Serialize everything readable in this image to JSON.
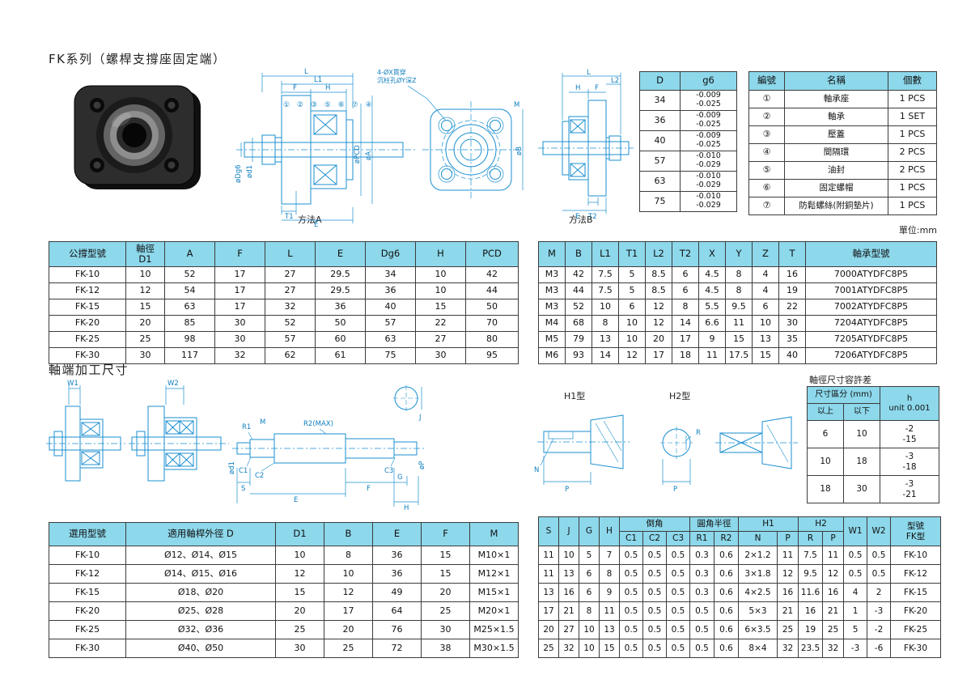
{
  "page": {
    "title": "FK系列（螺桿支撐座固定端）",
    "section2_title": "軸端加工尺寸",
    "unit_label": "單位:mm",
    "tolerance_title": "軸徑尺寸容許差"
  },
  "colors": {
    "header_bg": "#8dd8eb",
    "drawing_line": "#1b8fd0"
  },
  "drawings": {
    "methodA": {
      "caption": "方法A",
      "note1": "4-ØX貫穿",
      "note2": "沉柱孔ØY深Z",
      "parts_marks": "① ② ③ ⑤ ⑥ ⑦ ④",
      "dims": {
        "L": "L",
        "L1": "L1",
        "F": "F",
        "H": "H",
        "T1": "T1",
        "E": "E",
        "M": "M",
        "dDg6": "øDg6",
        "dd1": "ød1",
        "dPCD": "øPCD",
        "dA": "øA",
        "dB": "øB"
      }
    },
    "methodB": {
      "caption": "方法B",
      "dims": {
        "L": "L",
        "L2": "L2",
        "H": "H",
        "F": "F",
        "T2": "T2",
        "E": "E"
      }
    },
    "shaft": {
      "dims": {
        "W1": "W1",
        "W2": "W2",
        "R1": "R1",
        "M": "M",
        "R2max": "R2(MAX)",
        "C1": "C1",
        "C2": "C2",
        "C3": "C3",
        "S": "S",
        "E": "E",
        "F": "F",
        "G": "G",
        "H": "H",
        "J": "J",
        "dd1": "ød1",
        "dP": "øP"
      }
    },
    "h1": {
      "caption": "H1型",
      "dims": {
        "N": "N",
        "P": "P"
      }
    },
    "h2": {
      "caption": "H2型",
      "dims": {
        "R": "R",
        "P": "P"
      }
    }
  },
  "g6_table": {
    "headers": [
      "D",
      "g6"
    ],
    "rows": [
      [
        "34",
        "-0.009\n-0.025"
      ],
      [
        "36",
        "-0.009\n-0.025"
      ],
      [
        "40",
        "-0.009\n-0.025"
      ],
      [
        "57",
        "-0.010\n-0.029"
      ],
      [
        "63",
        "-0.010\n-0.029"
      ],
      [
        "75",
        "-0.010\n-0.029"
      ]
    ]
  },
  "parts_table": {
    "headers": [
      "編號",
      "名稱",
      "個數"
    ],
    "rows": [
      [
        "①",
        "軸承座",
        "1 PCS"
      ],
      [
        "②",
        "軸承",
        "1 SET"
      ],
      [
        "③",
        "壓蓋",
        "1 PCS"
      ],
      [
        "④",
        "間隔環",
        "2 PCS"
      ],
      [
        "⑤",
        "油封",
        "2 PCS"
      ],
      [
        "⑥",
        "固定螺帽",
        "1 PCS"
      ],
      [
        "⑦",
        "防鬆螺絲(附銅墊片)",
        "1 PCS"
      ]
    ]
  },
  "spec_table": {
    "headers": [
      "公撐型號",
      "軸徑\nD1",
      "A",
      "F",
      "L",
      "E",
      "Dg6",
      "H",
      "PCD"
    ],
    "rows": [
      [
        "FK-10",
        "10",
        "52",
        "17",
        "27",
        "29.5",
        "34",
        "10",
        "42"
      ],
      [
        "FK-12",
        "12",
        "54",
        "17",
        "27",
        "29.5",
        "36",
        "10",
        "44"
      ],
      [
        "FK-15",
        "15",
        "63",
        "17",
        "32",
        "36",
        "40",
        "15",
        "50"
      ],
      [
        "FK-20",
        "20",
        "85",
        "30",
        "52",
        "50",
        "57",
        "22",
        "70"
      ],
      [
        "FK-25",
        "25",
        "98",
        "30",
        "57",
        "60",
        "63",
        "27",
        "80"
      ],
      [
        "FK-30",
        "30",
        "117",
        "32",
        "62",
        "61",
        "75",
        "30",
        "95"
      ]
    ]
  },
  "spec_table2": {
    "headers": [
      "M",
      "B",
      "L1",
      "T1",
      "L2",
      "T2",
      "X",
      "Y",
      "Z",
      "T",
      "軸承型號"
    ],
    "rows": [
      [
        "M3",
        "42",
        "7.5",
        "5",
        "8.5",
        "6",
        "4.5",
        "8",
        "4",
        "16",
        "7000ATYDFC8P5"
      ],
      [
        "M3",
        "44",
        "7.5",
        "5",
        "8.5",
        "6",
        "4.5",
        "8",
        "4",
        "19",
        "7001ATYDFC8P5"
      ],
      [
        "M3",
        "52",
        "10",
        "6",
        "12",
        "8",
        "5.5",
        "9.5",
        "6",
        "22",
        "7002ATYDFC8P5"
      ],
      [
        "M4",
        "68",
        "8",
        "10",
        "12",
        "14",
        "6.6",
        "11",
        "10",
        "30",
        "7204ATYDFC8P5"
      ],
      [
        "M5",
        "79",
        "13",
        "10",
        "20",
        "17",
        "9",
        "15",
        "13",
        "35",
        "7205ATYDFC8P5"
      ],
      [
        "M6",
        "93",
        "14",
        "12",
        "17",
        "18",
        "11",
        "17.5",
        "15",
        "40",
        "7206ATYDFC8P5"
      ]
    ]
  },
  "tolerance_table": {
    "header_size": "尺寸區分 (mm)",
    "header_h": "h\nunit 0.001",
    "above": "以上",
    "below": "以下",
    "rows": [
      [
        "6",
        "10",
        "-2\n-15"
      ],
      [
        "10",
        "18",
        "-3\n-18"
      ],
      [
        "18",
        "30",
        "-3\n-21"
      ]
    ]
  },
  "shaft_table": {
    "headers": [
      "選用型號",
      "適用軸桿外徑 D",
      "D1",
      "B",
      "E",
      "F",
      "M"
    ],
    "rows": [
      [
        "FK-10",
        "Ø12、Ø14、Ø15",
        "10",
        "8",
        "36",
        "15",
        "M10×1"
      ],
      [
        "FK-12",
        "Ø14、Ø15、Ø16",
        "12",
        "10",
        "36",
        "15",
        "M12×1"
      ],
      [
        "FK-15",
        "Ø18、Ø20",
        "15",
        "12",
        "49",
        "20",
        "M15×1"
      ],
      [
        "FK-20",
        "Ø25、Ø28",
        "20",
        "17",
        "64",
        "25",
        "M20×1"
      ],
      [
        "FK-25",
        "Ø32、Ø36",
        "25",
        "20",
        "76",
        "30",
        "M25×1.5"
      ],
      [
        "FK-30",
        "Ø40、Ø50",
        "30",
        "25",
        "72",
        "38",
        "M30×1.5"
      ]
    ]
  },
  "shaft_table2": {
    "head": {
      "S": "S",
      "J": "J",
      "G": "G",
      "H": "H",
      "chamfer": "倒角",
      "fillet": "圓角半徑",
      "H1": "H1",
      "H2": "H2",
      "W1": "W1",
      "W2": "W2",
      "model": "型號\nFK型"
    },
    "subhead": [
      "C1",
      "C2",
      "C3",
      "R1",
      "R2",
      "N",
      "P",
      "R",
      "P"
    ],
    "rows": [
      [
        "11",
        "10",
        "5",
        "7",
        "0.5",
        "0.5",
        "0.5",
        "0.3",
        "0.6",
        "2×1.2",
        "11",
        "7.5",
        "11",
        "0.5",
        "0.5",
        "FK-10"
      ],
      [
        "11",
        "13",
        "6",
        "8",
        "0.5",
        "0.5",
        "0.5",
        "0.3",
        "0.6",
        "3×1.8",
        "12",
        "9.5",
        "12",
        "0.5",
        "0.5",
        "FK-12"
      ],
      [
        "13",
        "16",
        "6",
        "9",
        "0.5",
        "0.5",
        "0.5",
        "0.3",
        "0.6",
        "4×2.5",
        "16",
        "11.6",
        "16",
        "4",
        "2",
        "FK-15"
      ],
      [
        "17",
        "21",
        "8",
        "11",
        "0.5",
        "0.5",
        "0.5",
        "0.5",
        "0.6",
        "5×3",
        "21",
        "16",
        "21",
        "1",
        "-3",
        "FK-20"
      ],
      [
        "20",
        "27",
        "10",
        "13",
        "0.5",
        "0.5",
        "0.5",
        "0.5",
        "0.6",
        "6×3.5",
        "25",
        "19",
        "25",
        "5",
        "-2",
        "FK-25"
      ],
      [
        "25",
        "32",
        "10",
        "15",
        "0.5",
        "0.5",
        "0.5",
        "0.5",
        "0.6",
        "8×4",
        "32",
        "23.5",
        "32",
        "-3",
        "-6",
        "FK-30"
      ]
    ]
  }
}
